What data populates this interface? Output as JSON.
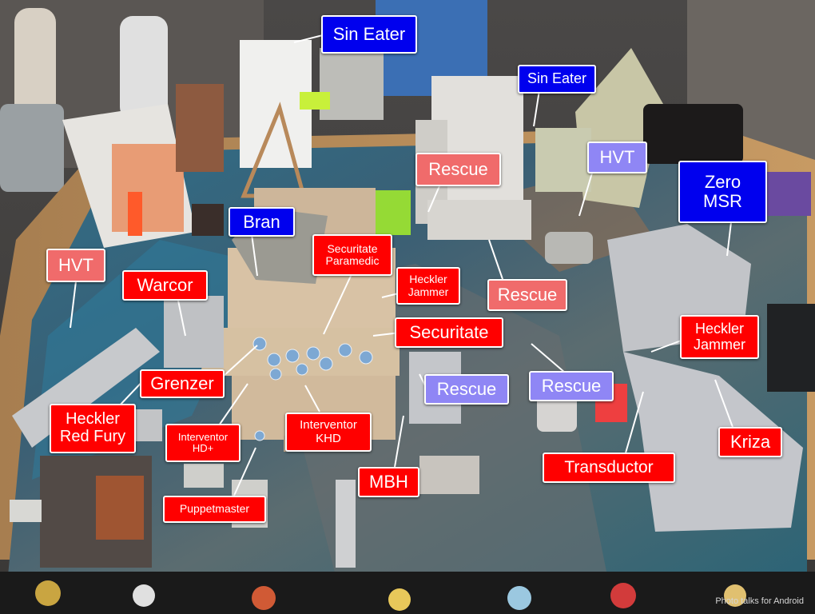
{
  "colors": {
    "red_label": "#ff0000",
    "pink_label": "#f06b6b",
    "lavender_label": "#8f86f5",
    "blue_label": "#0000ee",
    "label_text": "#ffffff"
  },
  "labels": {
    "sin_eater_top": "Sin Eater",
    "sin_eater_right": "Sin Eater",
    "hvt_right": "HVT",
    "zero_msr": "Zero\nMSR",
    "rescue_top": "Rescue",
    "rescue_mid": "Rescue",
    "bran": "Bran",
    "securitate_paramedic": "Securitate\nParamedic",
    "heckler_jammer_center": "Heckler\nJammer",
    "hvt_left": "HVT",
    "warcor": "Warcor",
    "securitate": "Securitate",
    "heckler_jammer_right": "Heckler\nJammer",
    "grenzer": "Grenzer",
    "rescue_lower_center": "Rescue",
    "rescue_lower_right": "Rescue",
    "heckler_red_fury": "Heckler\nRed Fury",
    "interventor_hd_plus": "Interventor\nHD+",
    "interventor_khd": "Interventor\nKHD",
    "kriza": "Kriza",
    "transductor": "Transductor",
    "mbh": "MBH",
    "puppetmaster": "Puppetmaster"
  },
  "watermark": "Photo talks for Android"
}
